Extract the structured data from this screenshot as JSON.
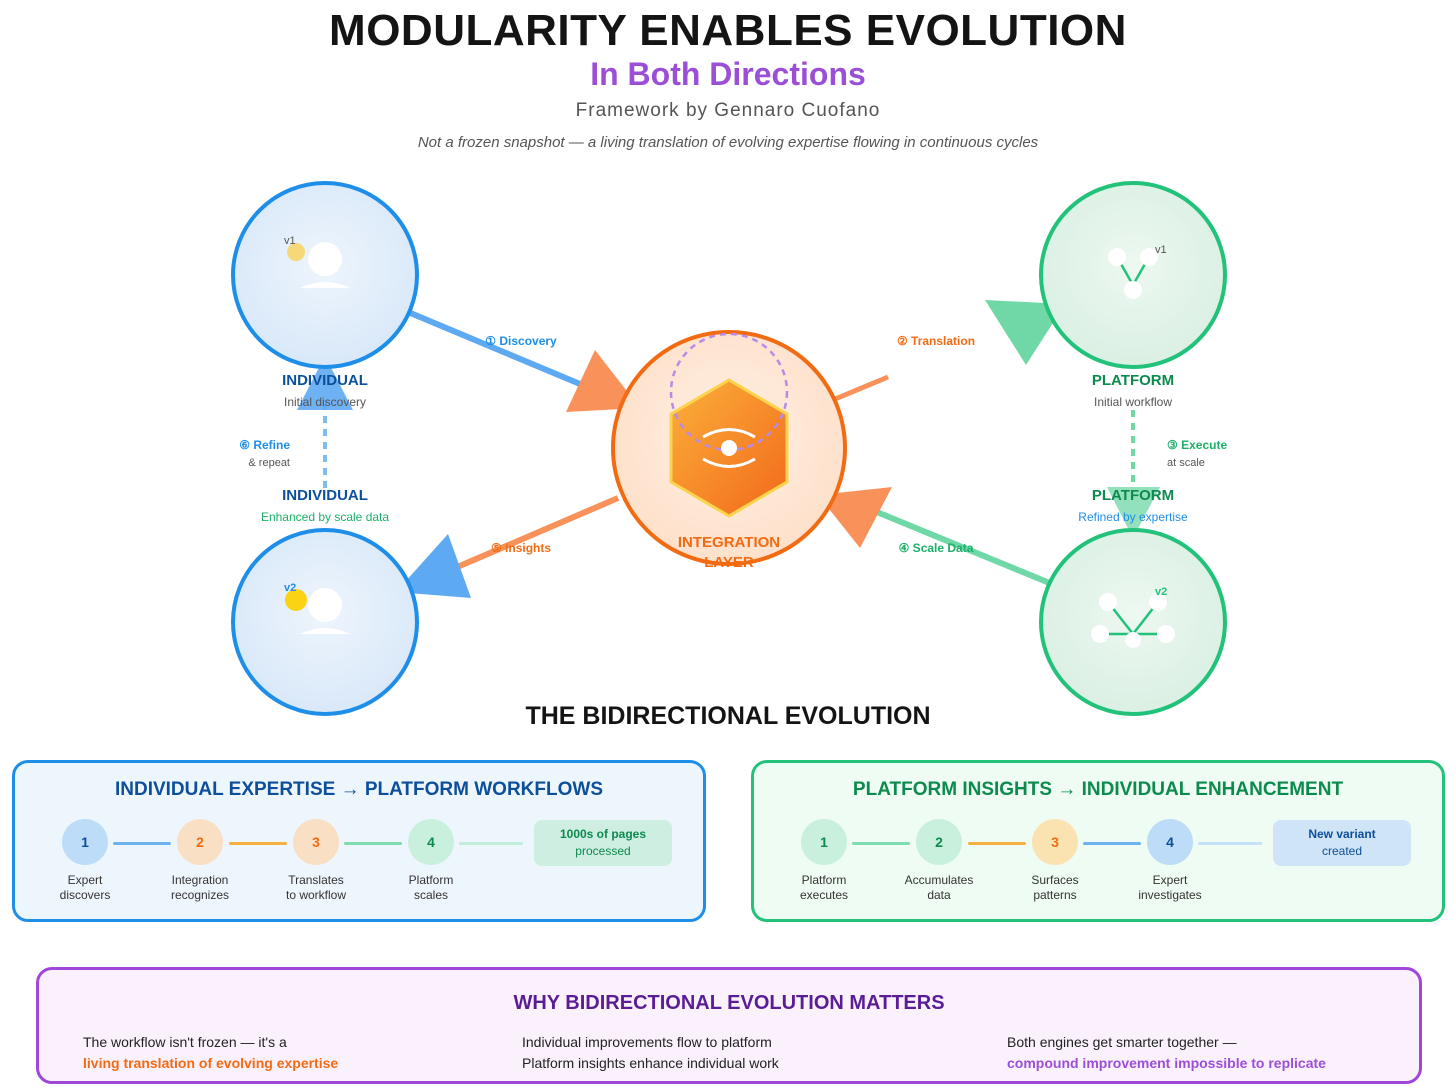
{
  "header": {
    "title": "MODULARITY ENABLES EVOLUTION",
    "subtitle": "In Both Directions",
    "byline": "Framework by Gennaro Cuofano",
    "tagline": "Not a frozen snapshot — a living translation of evolving expertise flowing in continuous cycles"
  },
  "diagram": {
    "individual_v1": {
      "title": "INDIVIDUAL",
      "subtitle": "Initial discovery",
      "version": "v1"
    },
    "individual_v2": {
      "title": "INDIVIDUAL",
      "subtitle": "Enhanced by scale data",
      "version": "v2"
    },
    "platform_v1": {
      "title": "PLATFORM",
      "subtitle": "Initial workflow",
      "version": "v1"
    },
    "platform_v2": {
      "title": "PLATFORM",
      "subtitle": "Refined by expertise",
      "version": "v2"
    },
    "integration": {
      "line1": "INTEGRATION",
      "line2": "LAYER"
    },
    "flows": {
      "discovery": "① Discovery",
      "translation": "② Translation",
      "execute": "③ Execute",
      "execute_sub": "at scale",
      "scale_data": "④ Scale Data",
      "insights": "⑤ Insights",
      "refine": "⑥ Refine",
      "refine_sub": "& repeat"
    }
  },
  "section_heading": "THE BIDIRECTIONAL EVOLUTION",
  "panel_left": {
    "title": "INDIVIDUAL EXPERTISE → PLATFORM WORKFLOWS",
    "steps": [
      {
        "num": "1",
        "line1": "Expert",
        "line2": "discovers"
      },
      {
        "num": "2",
        "line1": "Integration",
        "line2": "recognizes"
      },
      {
        "num": "3",
        "line1": "Translates",
        "line2": "to workflow"
      },
      {
        "num": "4",
        "line1": "Platform",
        "line2": "scales"
      }
    ],
    "result_line1": "1000s of pages",
    "result_line2": "processed"
  },
  "panel_right": {
    "title": "PLATFORM INSIGHTS → INDIVIDUAL ENHANCEMENT",
    "steps": [
      {
        "num": "1",
        "line1": "Platform",
        "line2": "executes"
      },
      {
        "num": "2",
        "line1": "Accumulates",
        "line2": "data"
      },
      {
        "num": "3",
        "line1": "Surfaces",
        "line2": "patterns"
      },
      {
        "num": "4",
        "line1": "Expert",
        "line2": "investigates"
      }
    ],
    "result_line1": "New variant",
    "result_line2": "created"
  },
  "why": {
    "title": "WHY BIDIRECTIONAL EVOLUTION MATTERS",
    "col1_line1": "The workflow isn't frozen — it's a",
    "col1_highlight": "living translation of evolving expertise",
    "col2_line1": "Individual improvements flow to platform",
    "col2_line2": "Platform insights enhance individual work",
    "col3_line1": "Both engines get smarter together —",
    "col3_highlight": "compound improvement impossible to replicate"
  },
  "colors": {
    "individual": "#1e8ee8",
    "platform": "#22c27a",
    "integration": "#f26b12",
    "accent_purple": "#9b4fd6"
  }
}
